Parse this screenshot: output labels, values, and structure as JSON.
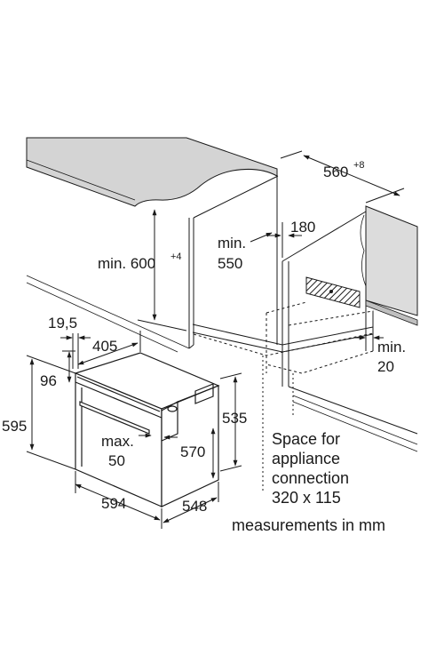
{
  "cabinet": {
    "height_label": "min. 600",
    "height_sup": "+4",
    "depth_label": "560",
    "depth_sup": "+8",
    "inner_depth_line1": "min.",
    "inner_depth_line2": "550",
    "rear_gap_label": "180",
    "side_gap_line1": "min.",
    "side_gap_line2": "20"
  },
  "oven": {
    "offset_label": "19,5",
    "top_depth_label": "405",
    "panel_label": "96",
    "total_height_label": "595",
    "handle_line1": "max.",
    "handle_line2": "50",
    "front_height_label": "570",
    "side_height_label": "535",
    "width_label": "594",
    "depth_label": "548"
  },
  "note": {
    "line1": "Space for",
    "line2": "appliance",
    "line3": "connection",
    "line4": "320 x 115"
  },
  "units_caption": "measurements in mm",
  "colors": {
    "worktop_fill": "#d4d4d4",
    "wall_fill": "#dcdcdc",
    "line": "#1a1a1a"
  }
}
